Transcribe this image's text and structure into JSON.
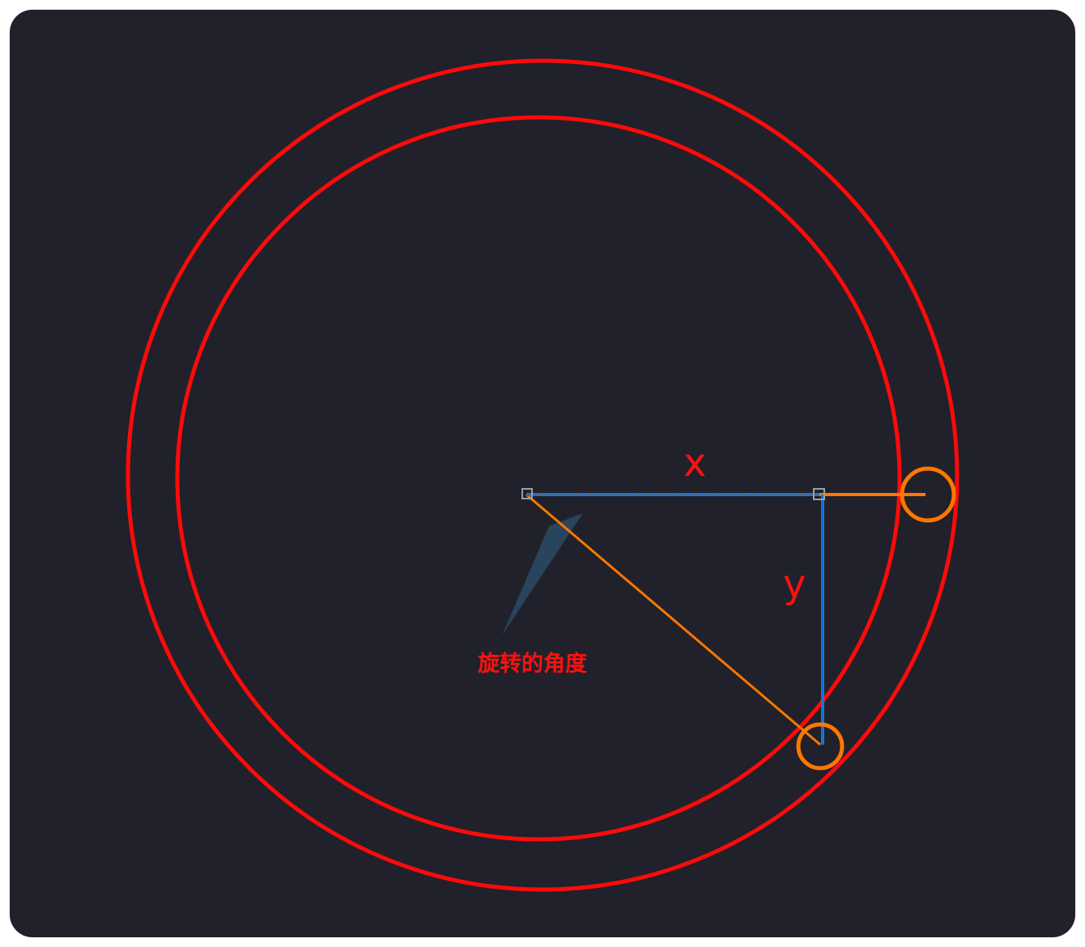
{
  "labels": {
    "x": "x",
    "y": "y",
    "angle": "旋转的角度"
  },
  "colors": {
    "background": "#20212a",
    "circle": "#ff0a0a",
    "orange": "#ff7700",
    "blue": "#1874d6",
    "label": "#ff1010",
    "pointer": "#2b4a66"
  }
}
